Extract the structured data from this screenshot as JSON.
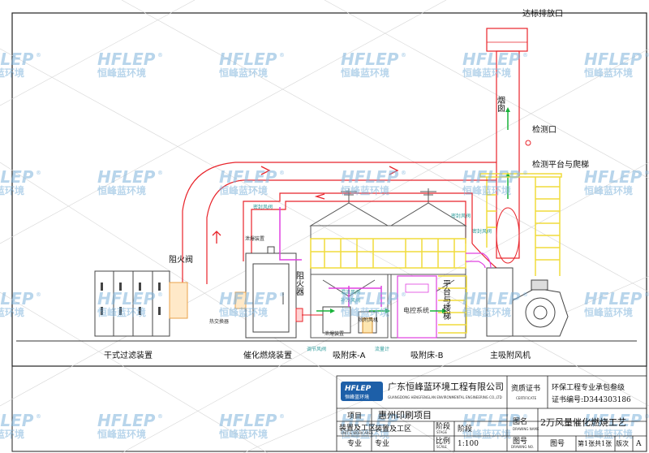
{
  "drawing": {
    "labels": {
      "outlet": "达标排放口",
      "chimney": "烟囱",
      "test_port": "检测口",
      "test_platform": "检测平台与爬梯",
      "fire_arrester": "阻火阀",
      "platform_ladder": "平台与楼梯",
      "flame_arrester_vertical": "阻火器",
      "dry_filter": "干式过滤装置",
      "catalytic_combustion": "催化燃烧装置",
      "adsorption_bed_a": "吸附床-A",
      "adsorption_bed_b": "吸附床-B",
      "main_fan": "主吸附风机",
      "electric_control": "电控系统"
    },
    "small_labels": {
      "pressure_device_top": "泄爆装置",
      "pressure_device_bottom": "泄爆装置",
      "heat_exchanger": "热交换器",
      "valve_top_left": "密封风阀",
      "valve_top_right": "密封风阀",
      "valve_right": "密封风阀",
      "mixing_valve": "混流风阀",
      "fresh_air_valve": "补冷风阀",
      "desorption_fan": "脱附风机",
      "air_valve_bottom": "调节风阀",
      "flow_meter": "流量计"
    }
  },
  "watermark": {
    "brand": "HFLEP",
    "cn": "恒峰蓝环境",
    "mark": "®"
  },
  "title_block": {
    "logo_text": "HFLEP",
    "logo_cn": "恒峰蓝环境",
    "company_name": "广东恒峰蓝环境工程有限公司",
    "company_en": "GUANGDONG HENGFENGLAN ENVIRONMENTAL ENGINEERING CO.,LTD",
    "cert_label": "资质证书",
    "cert_label_en": "CERTIFICATE",
    "cert_scope": "环保工程专业承包叁级",
    "cert_number": "证书编号:D344303186",
    "project_label": "项目",
    "project_name": "惠州印刷项目",
    "drawing_name_label": "图名",
    "drawing_name_label_en": "DRAWING NAME",
    "drawing_name": "2万风量催化燃烧工艺",
    "area_label": "装置及工区",
    "area_label_en": "UNIT & WORK AREA",
    "area_value": "装置及工区",
    "stage_label": "阶段",
    "stage_label_en": "STAGE",
    "stage_value": "阶段",
    "major_label": "专业",
    "major_value": "专业",
    "scale_label": "比例",
    "scale_label_en": "SCALE",
    "scale_value": "1:100",
    "drawing_no_label": "图号",
    "drawing_no_label_en": "DRAWING NO.",
    "drawing_no_value": "图号",
    "sheet_info": "第1张共1张",
    "version_label": "版次",
    "version_value": "A"
  },
  "colors": {
    "duct_red": "#e8232a",
    "structure": "#444444",
    "platform_yellow": "#f0dc3c",
    "flow_green": "#19b33a",
    "pipe_magenta": "#e040e0",
    "note_cyan": "#2a9a9a",
    "watermark_blue": "#7fb4dc",
    "logo_blue": "#1d5fa8"
  }
}
